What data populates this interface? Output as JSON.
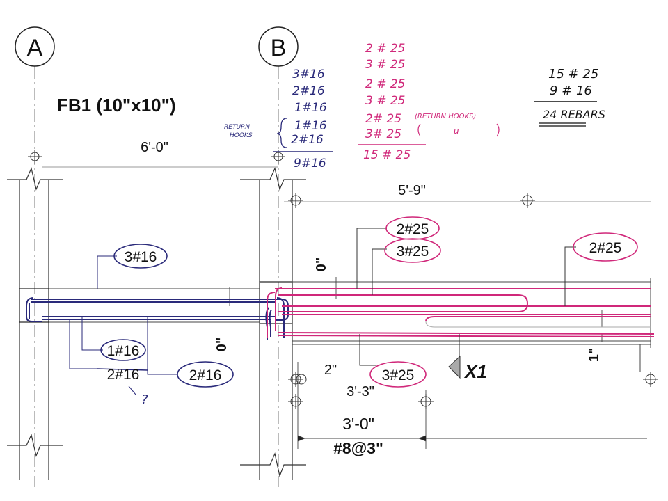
{
  "grid": {
    "a": "A",
    "b": "B"
  },
  "beam": {
    "title": "FB1 (10\"x10\")"
  },
  "dims": {
    "span_ab": "6'-0\"",
    "span_b_right": "5'-9\"",
    "cover_top_left": "0\"",
    "cover_top_right": "0\"",
    "cover_bottom_right": "1\"",
    "two_inch": "2\"",
    "dev_length": "3'-3\"",
    "stirrup_zone": "3'-0\"",
    "stirrups": "#8@3\""
  },
  "section_mark": "X1",
  "bar_callouts": {
    "top_left": "3#16",
    "bottom_left_1": "1#16",
    "bottom_left_2": "2#16",
    "bottom_left_3": "2#16",
    "question": "?",
    "right_top_1": "2#25",
    "right_top_2": "3#25",
    "right_far": "2#25",
    "right_bottom": "3#25"
  },
  "notes_blue": {
    "lines": [
      "3#16",
      "2#16",
      "1#16",
      "1#16",
      "2#16"
    ],
    "side_label": [
      "RETURN",
      "HOOKS"
    ],
    "total": "9#16"
  },
  "notes_pink": {
    "lines": [
      "2 # 25",
      "3 # 25",
      "2 # 25",
      "3 # 25",
      "2# 25",
      "3# 25"
    ],
    "hooks_note": "(RETURN HOOKS)",
    "ditto": "u",
    "total": "15 # 25"
  },
  "notes_black": {
    "lines": [
      "15 # 25",
      "9 # 16"
    ],
    "total": "24 REBARS"
  },
  "colors": {
    "ink_pink": "#d0287a",
    "ink_navy": "#2a2a7a",
    "line": "#333333"
  }
}
